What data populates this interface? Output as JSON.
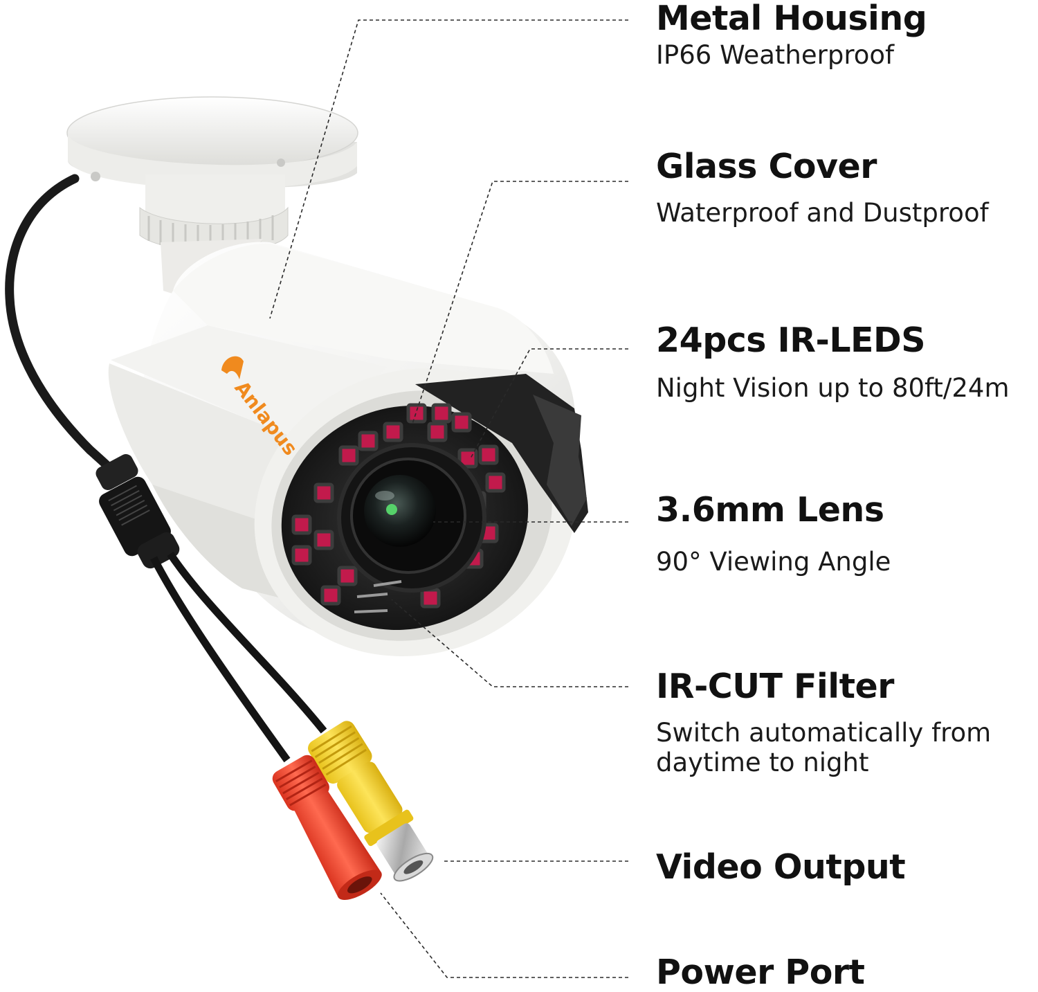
{
  "features": {
    "housing": {
      "title": "Metal Housing",
      "subtitle": "IP66 Weatherproof"
    },
    "glass": {
      "title": "Glass Cover",
      "subtitle": "Waterproof and Dustproof"
    },
    "leds": {
      "title": "24pcs IR-LEDS",
      "subtitle": "Night Vision up to 80ft/24m"
    },
    "lens": {
      "title": "3.6mm Lens",
      "subtitle": "90° Viewing Angle"
    },
    "ircut": {
      "title": "IR-CUT Filter",
      "subtitle_line1": "Switch automatically from",
      "subtitle_line2": "daytime to night"
    },
    "video": {
      "title": "Video Output"
    },
    "power": {
      "title": "Power Port"
    }
  },
  "product": {
    "brand_logo_text": "Anlapus",
    "body_color": "#f4f4f2",
    "accent_logo_color": "#f08a1e",
    "video_connector_color": "#f2d43a",
    "power_connector_color": "#f0503a",
    "cable_color": "#1a1a1a",
    "led_color": "#b81a4a"
  }
}
